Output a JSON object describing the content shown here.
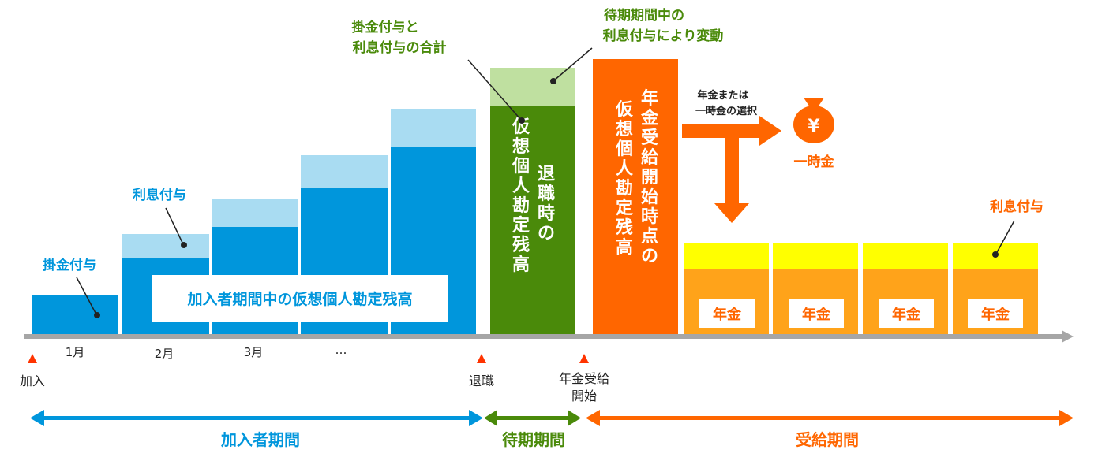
{
  "labels": {
    "contribution": "掛金付与",
    "interest_left": "利息付与",
    "member_balance": "加入者期間中の仮想個人勘定残高",
    "contribution_interest_total_line1": "掛金付与と",
    "contribution_interest_total_line2": "利息付与の合計",
    "waiting_change_line1": "待期期間中の",
    "waiting_change_line2": "利息付与により変動",
    "retirement_balance_vertical": [
      "退職時の",
      "仮想個人勘定残高"
    ],
    "pension_start_balance_vertical": [
      "年金受給開始時点の",
      "仮想個人勘定残高"
    ],
    "choice_line1": "年金または",
    "choice_line2": "一時金の選択",
    "lump_sum": "一時金",
    "yen_symbol": "¥",
    "interest_right": "利息付与",
    "pension": "年金"
  },
  "timeline": {
    "month_labels": [
      "1月",
      "2月",
      "3月",
      "…"
    ],
    "join": "加入",
    "retire": "退職",
    "pension_start_line1": "年金受給",
    "pension_start_line2": "開始"
  },
  "periods": {
    "member": "加入者期間",
    "waiting": "待期期間",
    "payout": "受給期間"
  },
  "colors": {
    "blue": "#0096dc",
    "light_blue": "#a9dcf2",
    "green": "#4a8a0a",
    "light_green": "#bfe0a0",
    "orange": "#ff6600",
    "light_orange": "#ffa31a",
    "yellow": "#ffff00",
    "gray_axis": "#a6a6a6",
    "label_green": "#4a8a0a",
    "label_blue": "#0096dc",
    "label_orange": "#ff6600",
    "marker_red": "#ff3300"
  }
}
